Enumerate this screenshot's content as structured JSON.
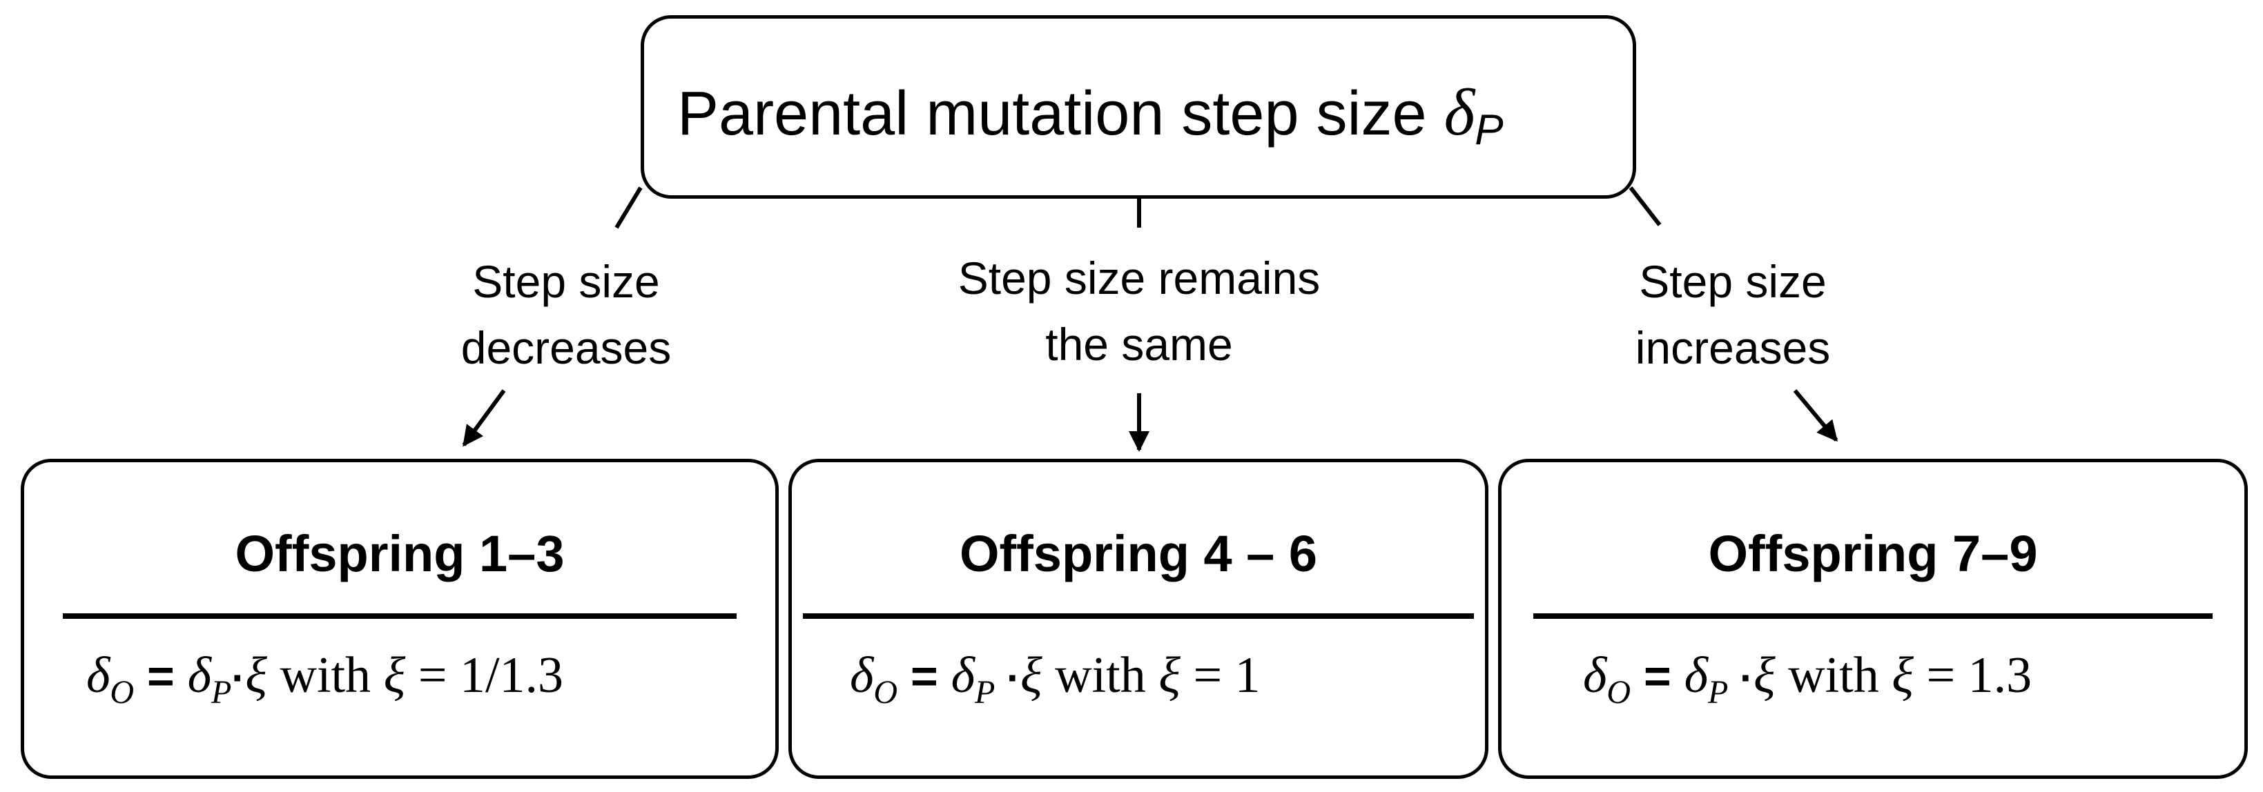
{
  "parent": {
    "title_text": "Parental mutation step size ",
    "title_symbol": "δ",
    "title_subscript": "P"
  },
  "branches": [
    {
      "line1": "Step size",
      "line2": "decreases"
    },
    {
      "line1": "Step size remains",
      "line2": "the same"
    },
    {
      "line1": "Step size",
      "line2": "increases"
    }
  ],
  "offspring": [
    {
      "title": "Offspring 1–3",
      "formula": {
        "lhs_symbol": "δ",
        "lhs_sub": "O",
        "equals": " = ",
        "rhs_symbol": "δ",
        "rhs_sub": "P",
        "dot": "·",
        "xi": "ξ",
        "with": " with ",
        "xi2": "ξ",
        "value": " = 1/1.3"
      }
    },
    {
      "title": "Offspring 4 – 6",
      "formula": {
        "lhs_symbol": "δ",
        "lhs_sub": "O",
        "equals": " = ",
        "rhs_symbol": "δ",
        "rhs_sub": "P",
        "dot": " ·",
        "xi": "ξ",
        "with": " with ",
        "xi2": "ξ",
        "value": " = 1"
      }
    },
    {
      "title": "Offspring 7–9",
      "formula": {
        "lhs_symbol": "δ",
        "lhs_sub": "O",
        "equals": " = ",
        "rhs_symbol": "δ",
        "rhs_sub": "P",
        "dot": " ·",
        "xi": "ξ",
        "with": " with ",
        "xi2": "ξ",
        "value": " = 1.3"
      }
    }
  ]
}
